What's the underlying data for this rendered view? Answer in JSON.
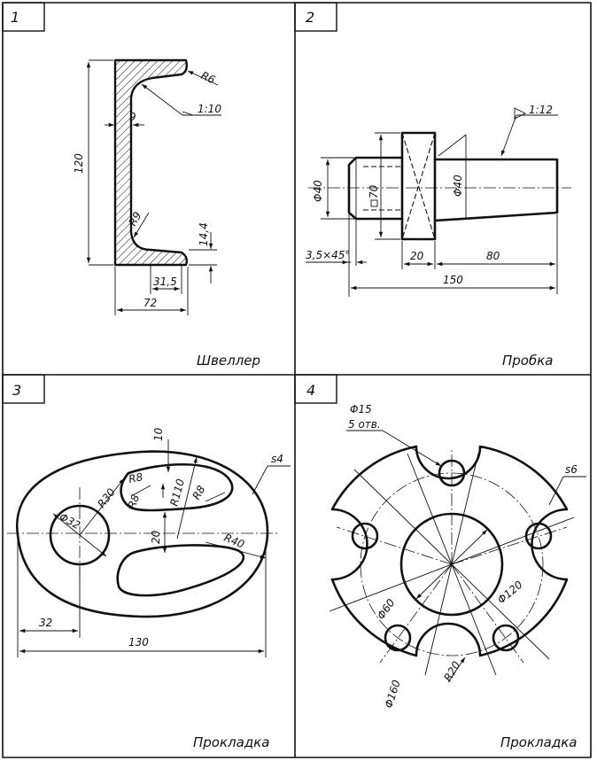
{
  "panels": [
    {
      "number": "1",
      "caption": "Швеллер",
      "dims": {
        "r6": "R6",
        "slope": "1:10",
        "d9": "9",
        "d120": "120",
        "r9": "R9",
        "d14_4": "14,4",
        "d31_5": "31,5",
        "d72": "72"
      }
    },
    {
      "number": "2",
      "caption": "Пробка",
      "dims": {
        "taper": "1:12",
        "phi40_left": "Φ40",
        "sq70": "70",
        "phi40_right": "Φ40",
        "chamfer": "3,5×45°",
        "d20": "20",
        "d80": "80",
        "d150": "150"
      }
    },
    {
      "number": "3",
      "caption": "Прокладка",
      "dims": {
        "d10": "10",
        "s4": "s4",
        "r8a": "R8",
        "r8b": "R8",
        "r8c": "R8",
        "r30": "R30",
        "phi32": "Φ32",
        "r110": "R110",
        "d20": "20",
        "r40": "R40",
        "d32": "32",
        "d130": "130"
      }
    },
    {
      "number": "4",
      "caption": "Прокладка",
      "dims": {
        "phi15": "Φ15",
        "holes": "5 отв.",
        "s6": "s6",
        "phi60": "Φ60",
        "phi120": "Φ120",
        "phi160": "Φ160",
        "r20": "R20"
      }
    }
  ]
}
